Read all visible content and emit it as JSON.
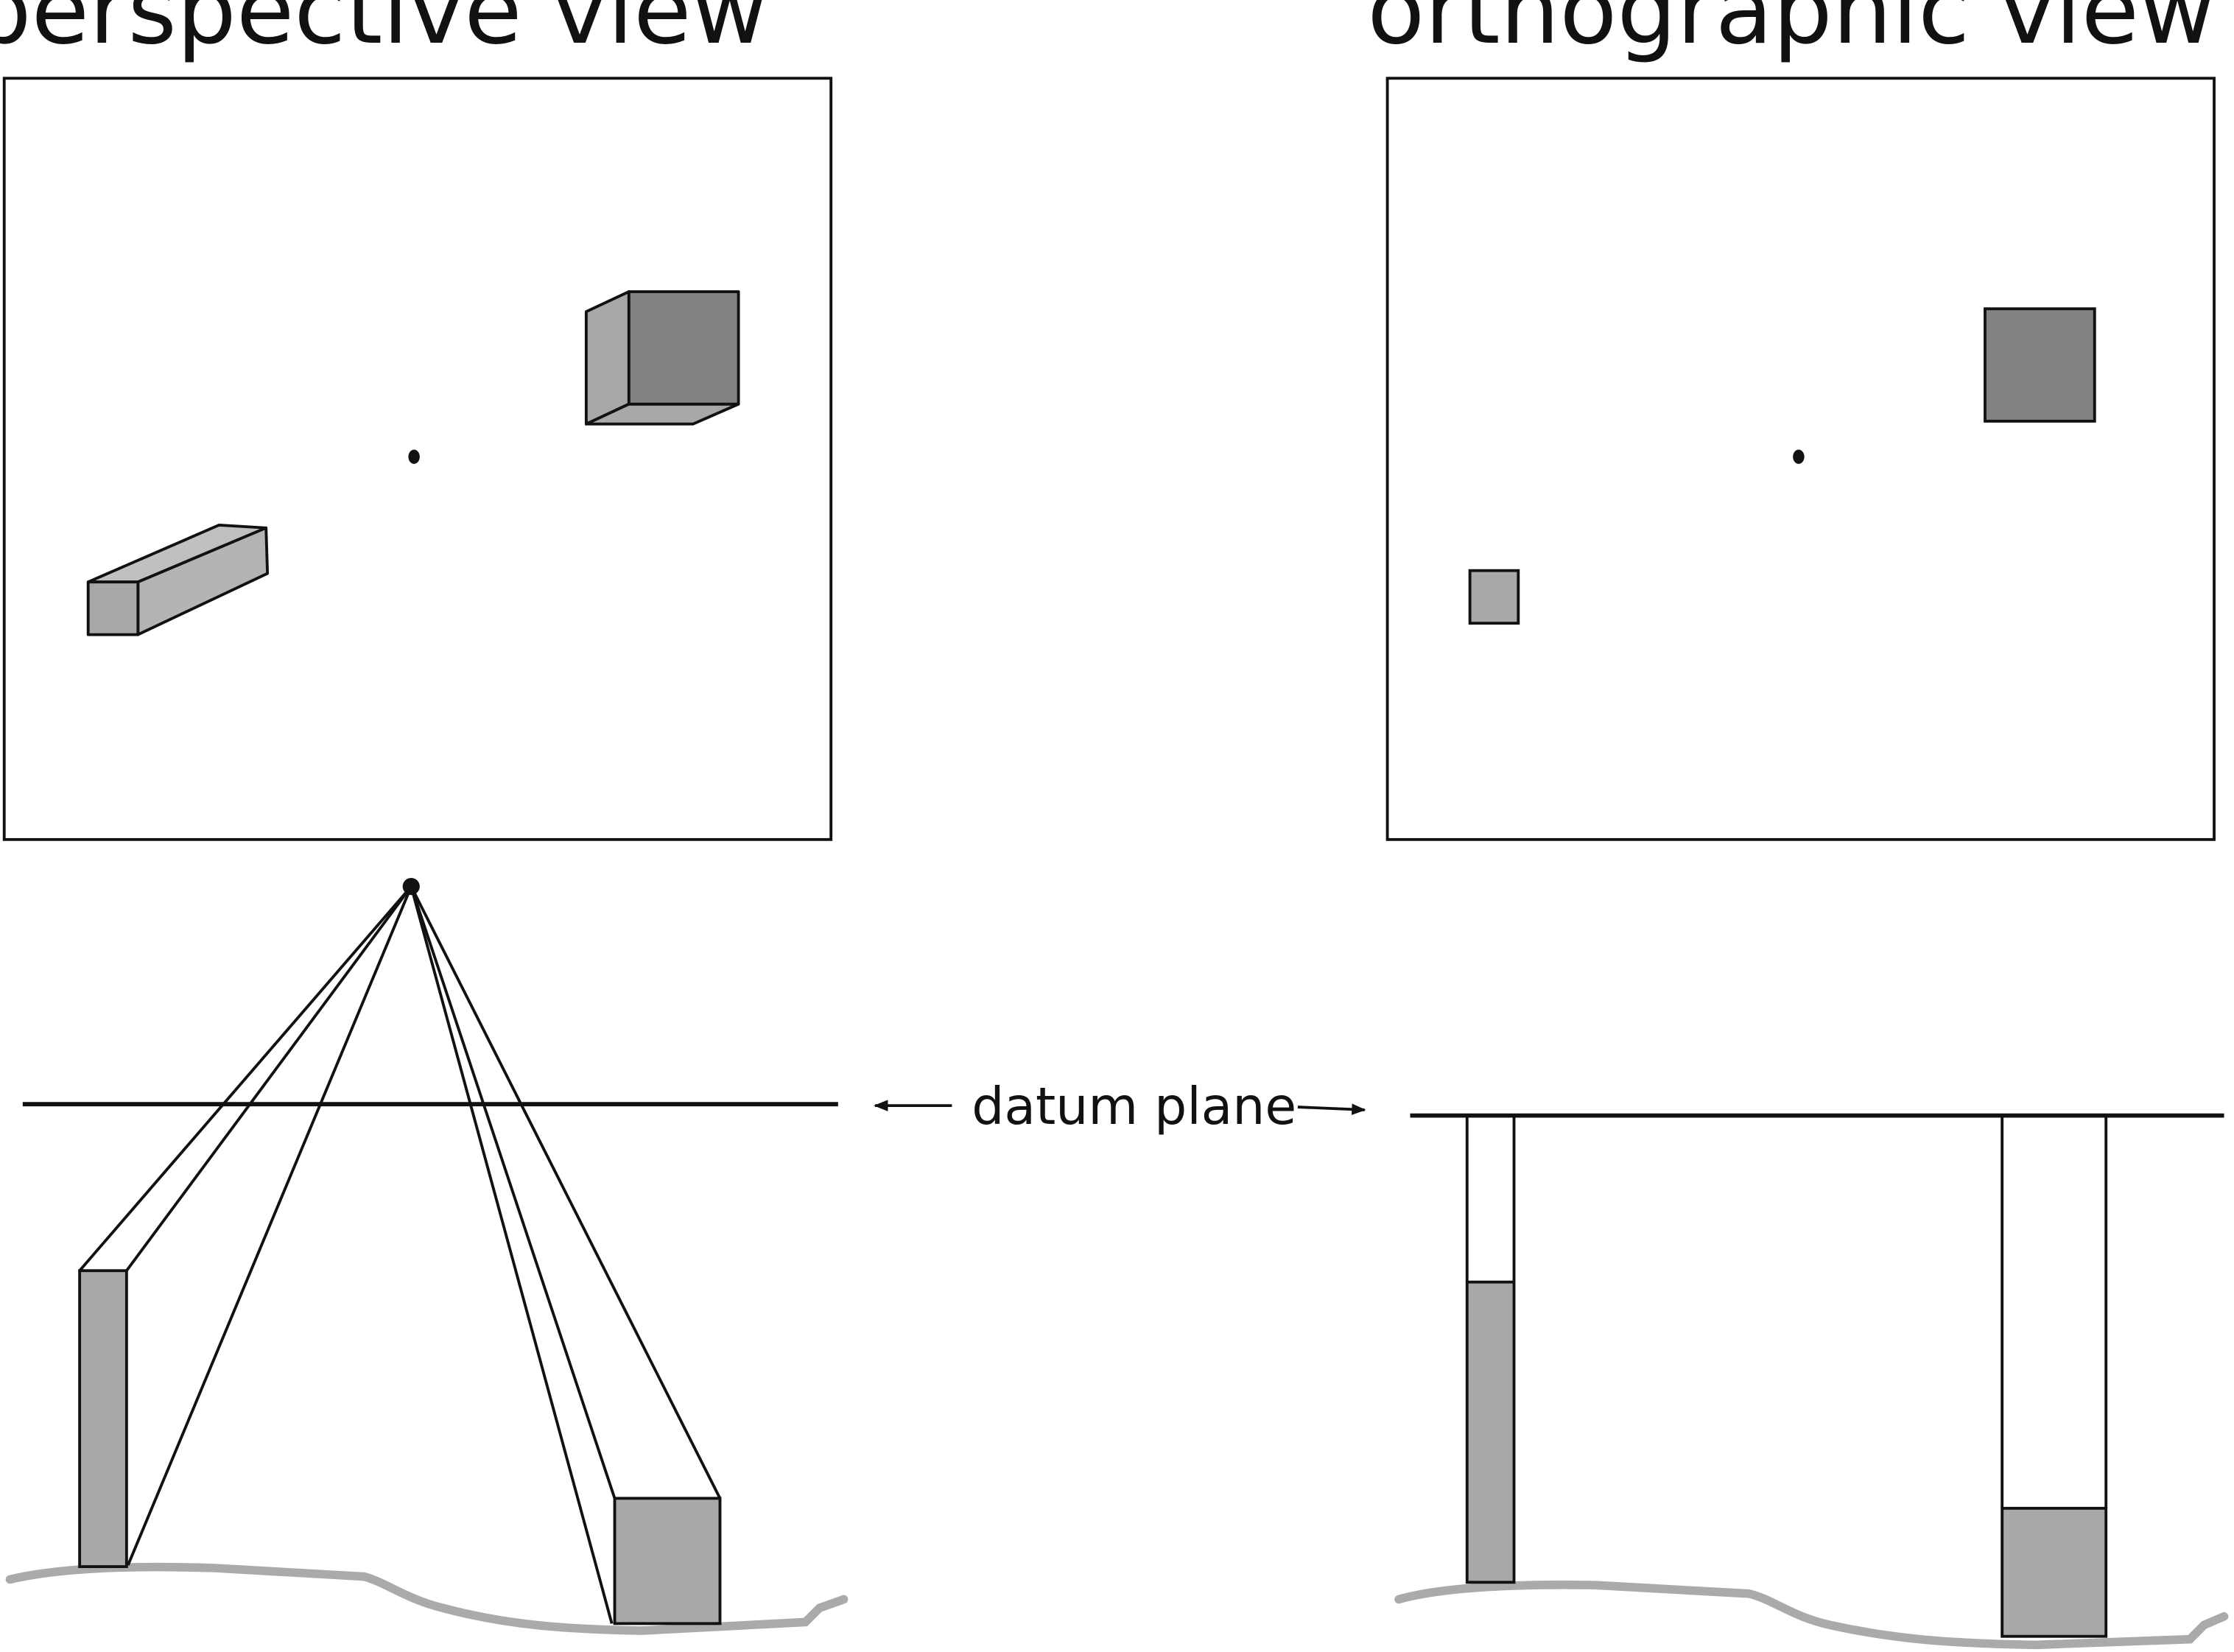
{
  "titles": {
    "perspective": "perspective view",
    "orthographic": "orthographic view"
  },
  "datum_label": "datum plane",
  "colors": {
    "ink": "#111111",
    "dark_gray": "#828282",
    "mid_gray": "#a8a8a8",
    "ground": "#aaaaaa",
    "background": "#ffffff"
  }
}
